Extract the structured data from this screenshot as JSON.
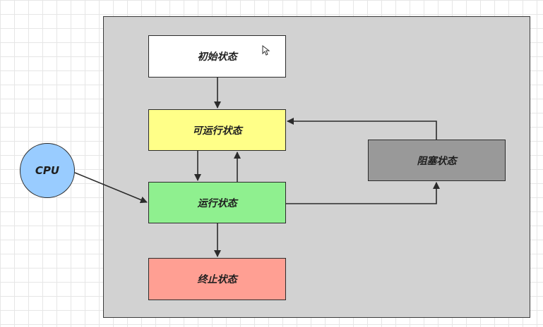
{
  "diagram": {
    "cpu_label": "CPU",
    "states": {
      "initial": {
        "label": "初始状态",
        "color": "#ffffff"
      },
      "runnable": {
        "label": "可运行状态",
        "color": "#ffff88"
      },
      "running": {
        "label": "运行状态",
        "color": "#8ff08f"
      },
      "terminated": {
        "label": "终止状态",
        "color": "#ff9f93"
      },
      "blocked": {
        "label": "阻塞状态",
        "color": "#999999"
      }
    },
    "edges": [
      {
        "from": "初始状态",
        "to": "可运行状态"
      },
      {
        "from": "可运行状态",
        "to": "运行状态"
      },
      {
        "from": "运行状态",
        "to": "可运行状态"
      },
      {
        "from": "运行状态",
        "to": "终止状态"
      },
      {
        "from": "运行状态",
        "to": "阻塞状态"
      },
      {
        "from": "阻塞状态",
        "to": "可运行状态"
      },
      {
        "from": "CPU",
        "to": "运行状态"
      }
    ]
  }
}
